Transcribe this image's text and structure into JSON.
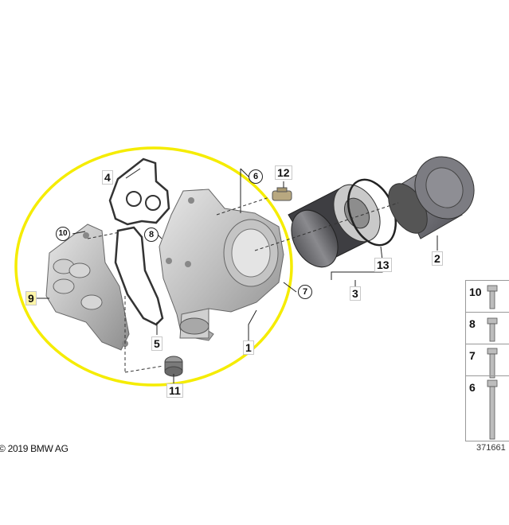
{
  "diagram": {
    "parts": [
      {
        "id": "1",
        "label": "1"
      },
      {
        "id": "2",
        "label": "2"
      },
      {
        "id": "3",
        "label": "3"
      },
      {
        "id": "4",
        "label": "4"
      },
      {
        "id": "5",
        "label": "5"
      },
      {
        "id": "6",
        "label": "6"
      },
      {
        "id": "7",
        "label": "7"
      },
      {
        "id": "8",
        "label": "8"
      },
      {
        "id": "9",
        "label": "9"
      },
      {
        "id": "10",
        "label": "10"
      },
      {
        "id": "11",
        "label": "11"
      },
      {
        "id": "12",
        "label": "12"
      },
      {
        "id": "13",
        "label": "13"
      }
    ],
    "legend": [
      "10",
      "8",
      "7",
      "6"
    ],
    "copyright": "© 2019 BMW AG",
    "reference_number": "371661",
    "highlight_color": "#f5ec00"
  }
}
